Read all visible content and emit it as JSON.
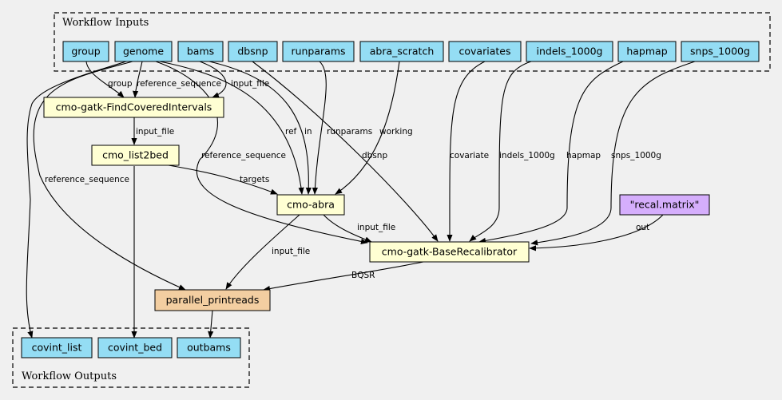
{
  "clusters": {
    "inputs": {
      "title": "Workflow Inputs"
    },
    "outputs": {
      "title": "Workflow Outputs"
    }
  },
  "colors": {
    "io": "#94ddf4",
    "step": "#ffffd3",
    "constant": "#d5aefc",
    "scatter": "#f3cea1"
  },
  "nodes": {
    "group": "group",
    "genome": "genome",
    "bams": "bams",
    "dbsnp": "dbsnp",
    "runparams": "runparams",
    "abra_scratch": "abra_scratch",
    "covariates": "covariates",
    "indels_1000g": "indels_1000g",
    "hapmap": "hapmap",
    "snps_1000g": "snps_1000g",
    "findcovered": "cmo-gatk-FindCoveredIntervals",
    "list2bed": "cmo_list2bed",
    "abra": "cmo-abra",
    "recal_matrix": "\"recal.matrix\"",
    "baserecal": "cmo-gatk-BaseRecalibrator",
    "printreads": "parallel_printreads",
    "covint_list": "covint_list",
    "covint_bed": "covint_bed",
    "outbams": "outbams"
  },
  "edge_labels": {
    "group_findcovered": "group",
    "genome_findcovered": "reference_sequence",
    "bams_findcovered": "input_file",
    "findcovered_list2bed": "input_file",
    "genome_abra": "ref",
    "bams_abra": "in",
    "runparams_abra": "runparams",
    "scratch_abra": "working",
    "dbsnp_baserecal": "dbsnp",
    "covariates_baserecal": "covariate",
    "indels_baserecal": "indels_1000g",
    "hapmap_baserecal": "hapmap",
    "snps_baserecal": "snps_1000g",
    "genome_baserecal": "reference_sequence",
    "list2bed_abra": "targets",
    "genome_printreads": "reference_sequence",
    "abra_baserecal": "input_file",
    "abra_printreads": "input_file",
    "matrix_baserecal": "out",
    "baserecal_printreads": "BQSR"
  }
}
